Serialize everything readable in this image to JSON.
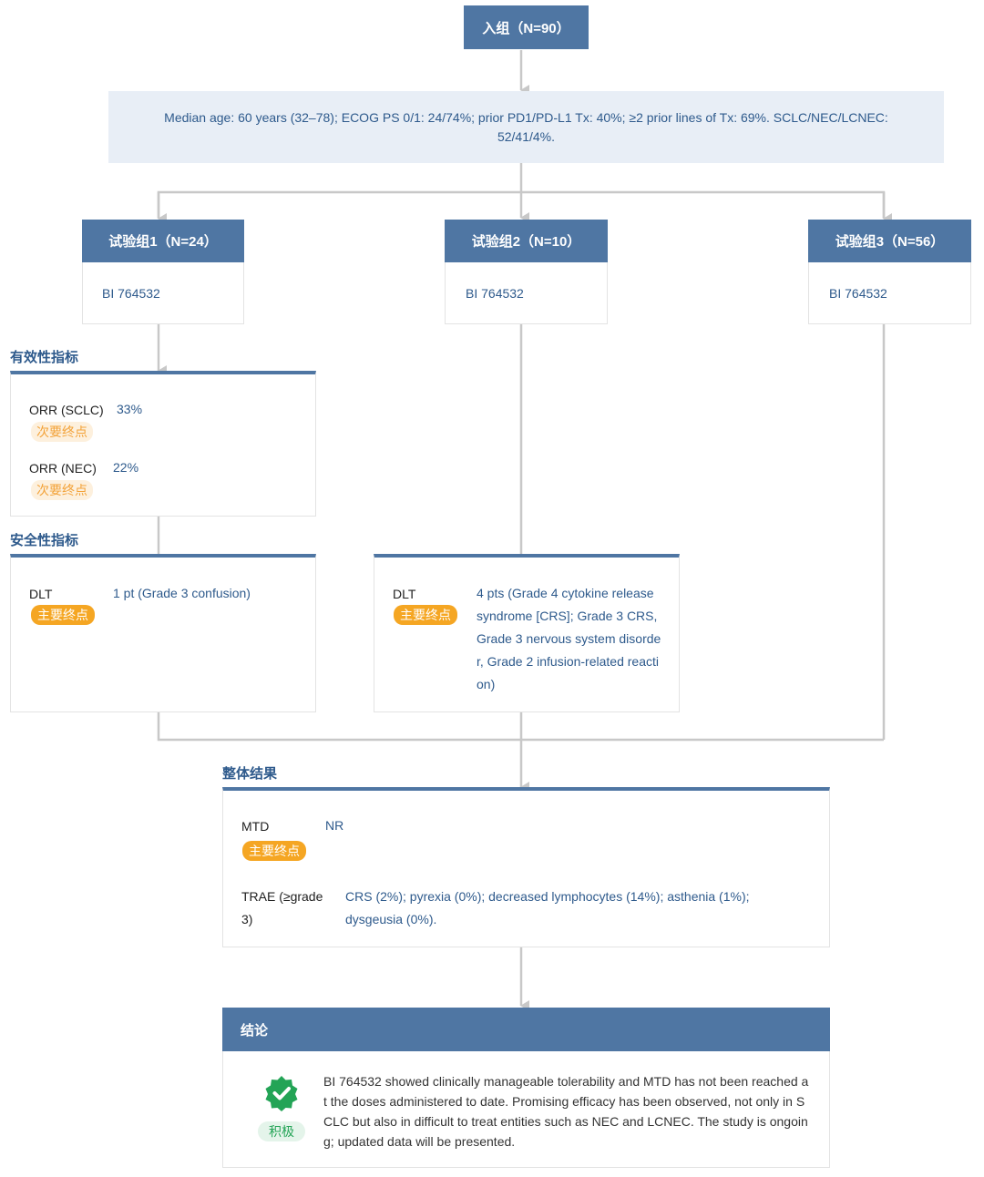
{
  "enroll": {
    "title": "入组（N=90）"
  },
  "baseline": {
    "text": "Median age: 60 years (32–78); ECOG PS 0/1: 24/74%; prior PD1/PD-L1 Tx: 40%; ≥2 prior lines of Tx: 69%. SCLC/NEC/LCNEC: 52/41/4%."
  },
  "arms": [
    {
      "title": "试验组1（N=24）",
      "drug": "BI 764532"
    },
    {
      "title": "试验组2（N=10）",
      "drug": "BI 764532"
    },
    {
      "title": "试验组3（N=56）",
      "drug": "BI 764532"
    }
  ],
  "efficacy": {
    "title": "有效性指标",
    "items": [
      {
        "label": "ORR (SCLC)",
        "value": "33%",
        "tag": "次要终点"
      },
      {
        "label": "ORR (NEC)",
        "value": "22%",
        "tag": "次要终点"
      }
    ]
  },
  "safety": {
    "title": "安全性指标",
    "arm1": {
      "label": "DLT",
      "value": "1 pt (Grade 3 confusion)",
      "tag": "主要终点"
    },
    "arm2": {
      "label": "DLT",
      "value": "4 pts (Grade 4 cytokine release syndrome [CRS]; Grade 3 CRS, Grade 3 nervous system disorder, Grade 2 infusion-related reaction)",
      "tag": "主要终点"
    }
  },
  "overall": {
    "title": "整体结果",
    "mtd": {
      "label": "MTD",
      "value": "NR",
      "tag": "主要终点"
    },
    "trae": {
      "label": "TRAE (≥grade 3)",
      "value": "CRS (2%); pyrexia (0%); decreased lymphocytes (14%); asthenia (1%); dysgeusia (0%)."
    }
  },
  "conclusion": {
    "title": "结论",
    "badge": "积极",
    "text": "BI 764532 showed clinically manageable tolerability and MTD has not been reached at the doses administered to date. Promising efficacy has been observed, not only in SCLC but also in difficult to treat entities such as NEC and LCNEC. The study is ongoing; updated data will be presented."
  },
  "colors": {
    "header": "#4f76a3",
    "text_blue": "#2e5a8c",
    "primary_tag": "#f5a623",
    "secondary_tag_bg": "#fdf0dd",
    "connector": "#c8c8c8",
    "positive": "#23a456"
  },
  "icons": {
    "conclusion_badge": "check-shield-icon"
  }
}
